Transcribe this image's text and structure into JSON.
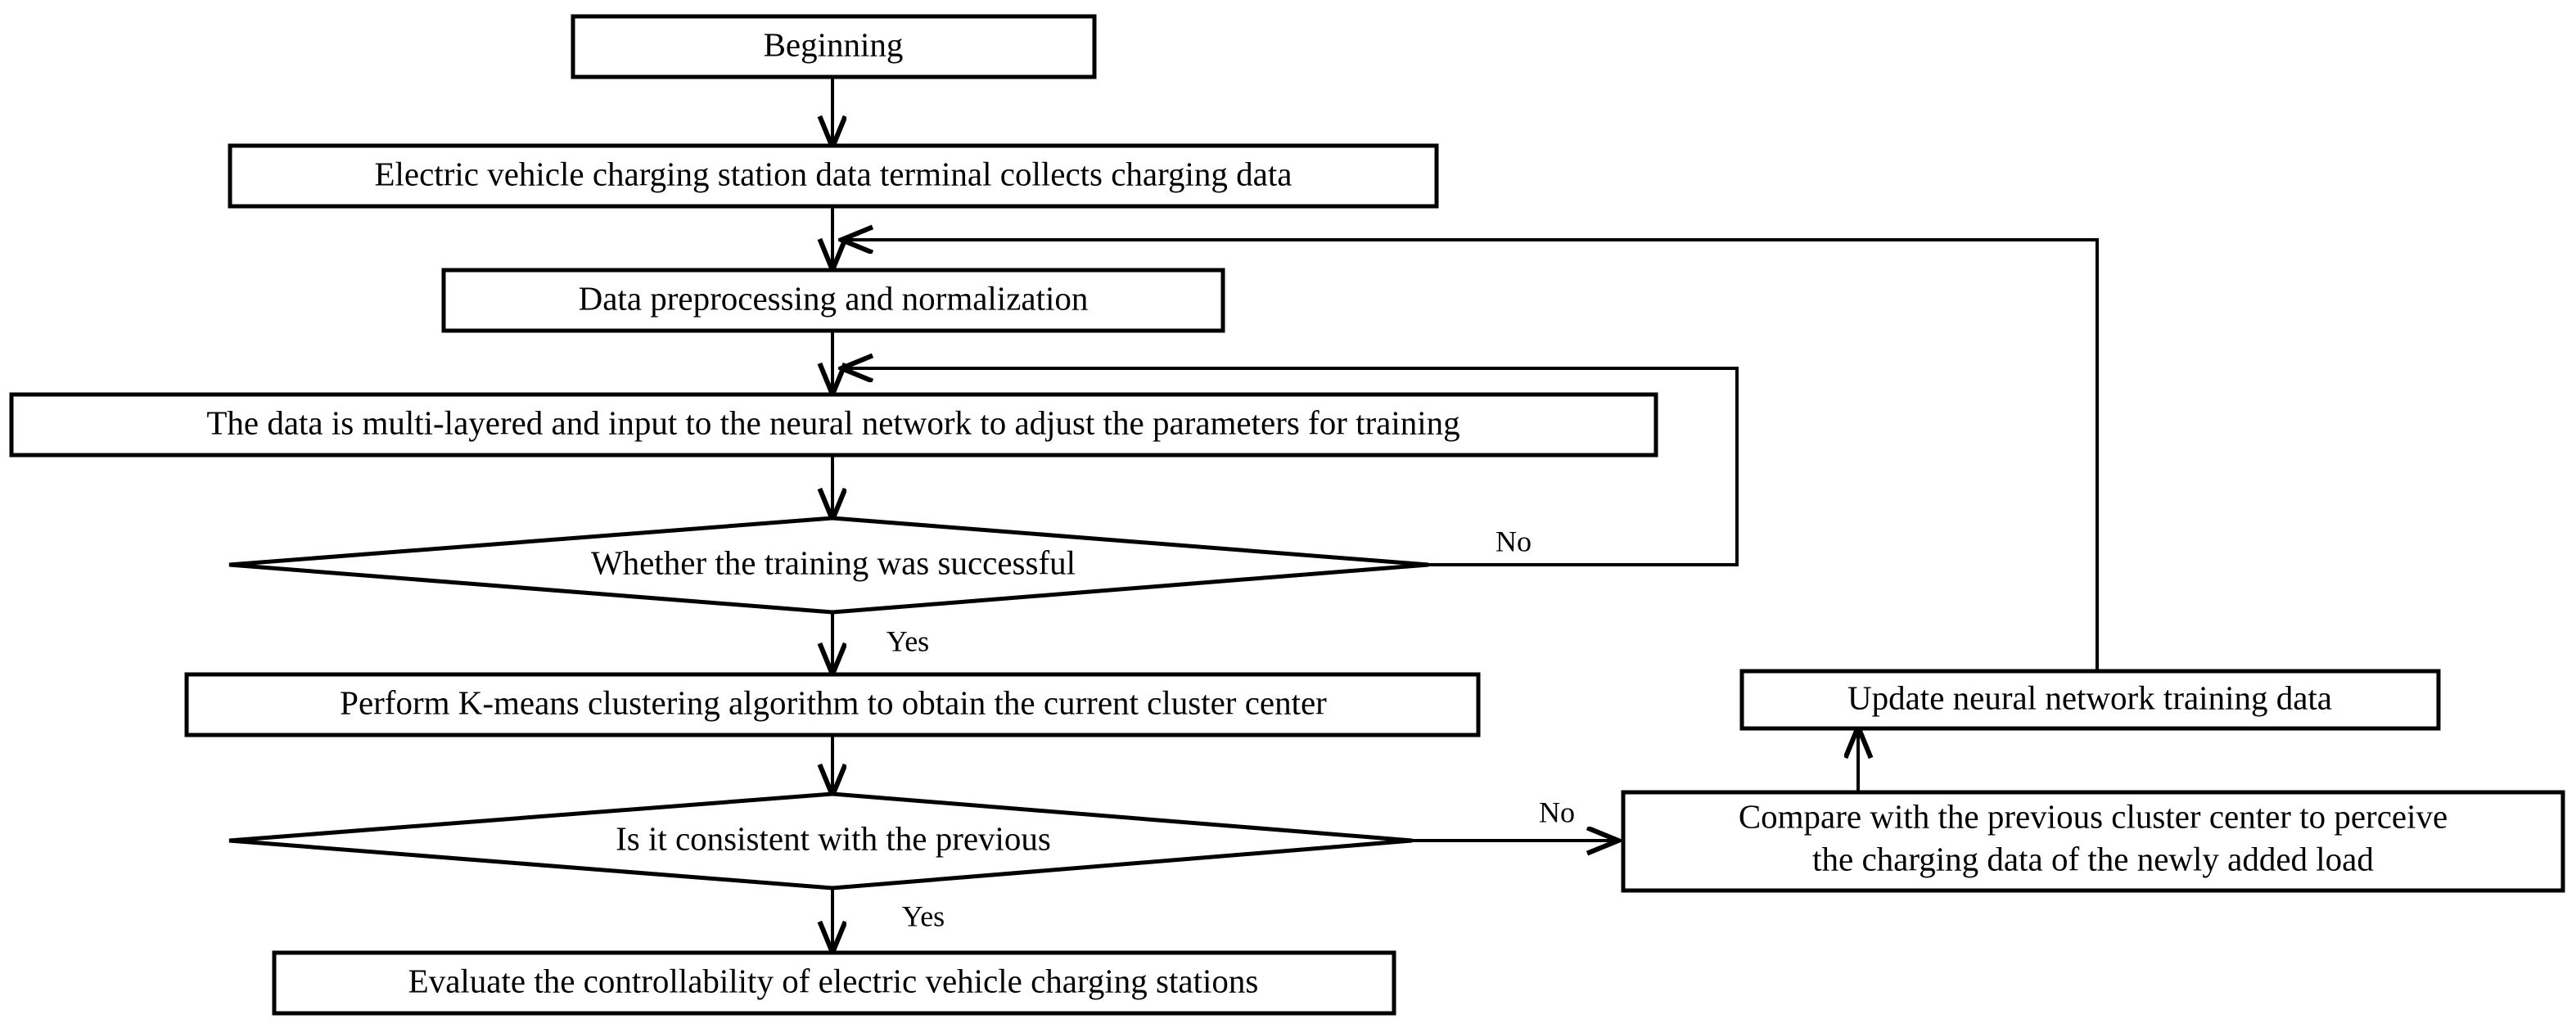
{
  "diagram": {
    "title": "Electric vehicle charging station controllability evaluation flowchart",
    "type": "flowchart",
    "background_color": "#ffffff",
    "line_color": "#000000",
    "text_color": "#000000",
    "nodes": [
      {
        "id": "start",
        "shape": "process",
        "label": "Beginning"
      },
      {
        "id": "collect",
        "shape": "process",
        "label": "Electric vehicle charging station data terminal collects charging data"
      },
      {
        "id": "preprocess",
        "shape": "process",
        "label": "Data preprocessing and normalization"
      },
      {
        "id": "train",
        "shape": "process",
        "label": "The data is multi-layered and input to the neural network to adjust the parameters for training"
      },
      {
        "id": "decision1",
        "shape": "decision",
        "label": "Whether the training was successful"
      },
      {
        "id": "kmeans",
        "shape": "process",
        "label": "Perform K-means clustering algorithm to obtain the current cluster center"
      },
      {
        "id": "decision2",
        "shape": "decision",
        "label": "Is it consistent with the previous"
      },
      {
        "id": "evaluate",
        "shape": "process",
        "label": "Evaluate the controllability of electric vehicle charging stations"
      },
      {
        "id": "update",
        "shape": "process",
        "label": "Update neural network training data"
      },
      {
        "id": "compare",
        "shape": "process",
        "label_line1": "Compare with the previous cluster center to perceive",
        "label_line2": "the charging data of the newly added load"
      }
    ],
    "edge_labels": {
      "decision1_no": "No",
      "decision1_yes": "Yes",
      "decision2_no": "No",
      "decision2_yes": "Yes"
    }
  }
}
